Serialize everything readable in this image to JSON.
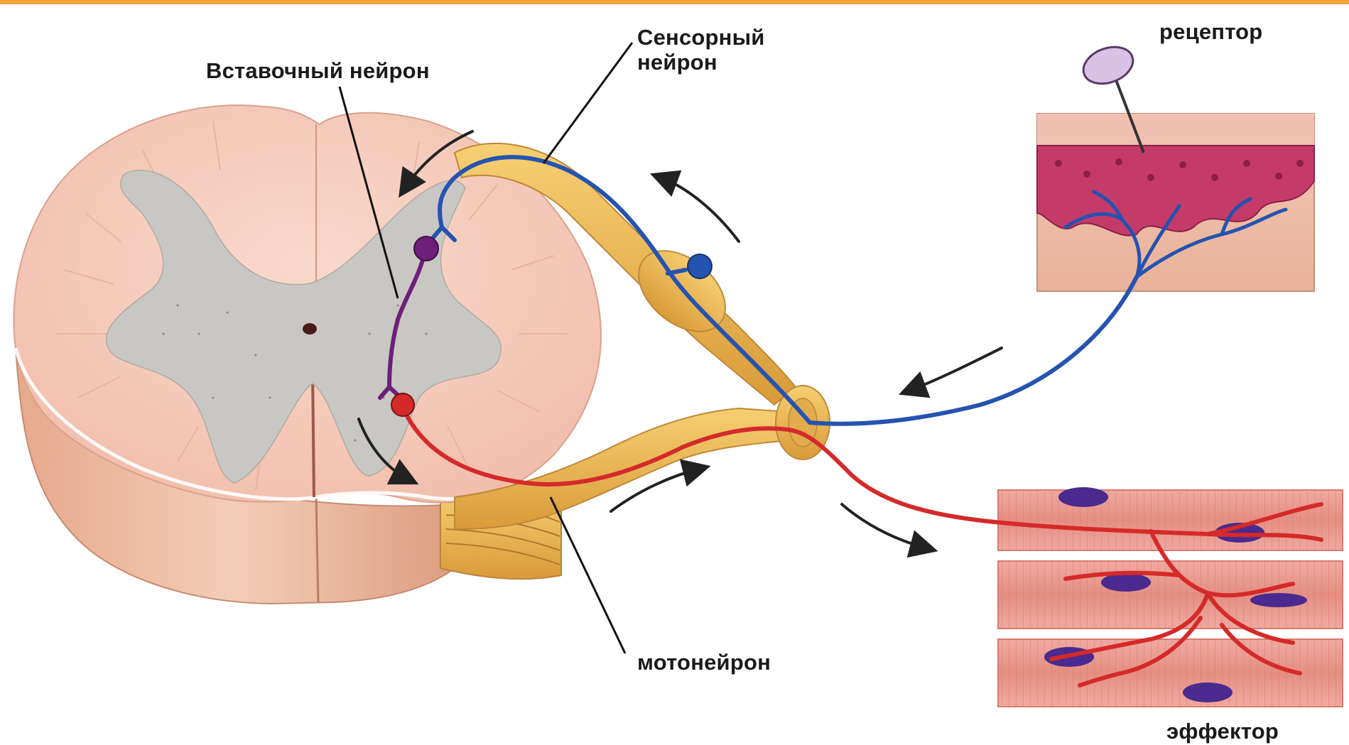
{
  "labels": {
    "interneuron": "Вставочный нейрон",
    "sensory": "Сенсорный\nнейрон",
    "receptor": "рецептор",
    "motor_neuron": "мотонейрон",
    "effector": "эффектор"
  },
  "colors": {
    "accent_bar": "#f3a33a",
    "sensory_pathway": "#2553b0",
    "motor_pathway": "#d42a2a",
    "interneuron": "#6e1f7a",
    "white_matter": "#f6cdbf",
    "gray_matter": "#c9c7c3",
    "nerve": "#e8b85a",
    "muscle": "#e59a8e",
    "nucleus": "#4a2a8e"
  },
  "icons": {
    "receptor_stimulus": "pin-icon",
    "flow_arrows": "arrow-icon"
  }
}
